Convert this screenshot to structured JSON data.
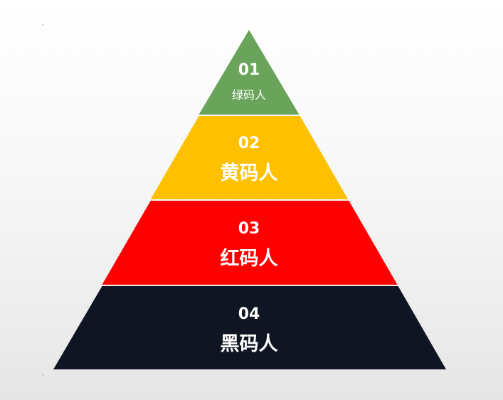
{
  "pyramid": {
    "tiers": [
      {
        "number": "01",
        "label": "绿码人",
        "color": "#6aa35a"
      },
      {
        "number": "02",
        "label": "黄码人",
        "color": "#ffc000"
      },
      {
        "number": "03",
        "label": "红码人",
        "color": "#ff0000"
      },
      {
        "number": "04",
        "label": "黑码人",
        "color": "#0f1522"
      }
    ]
  }
}
